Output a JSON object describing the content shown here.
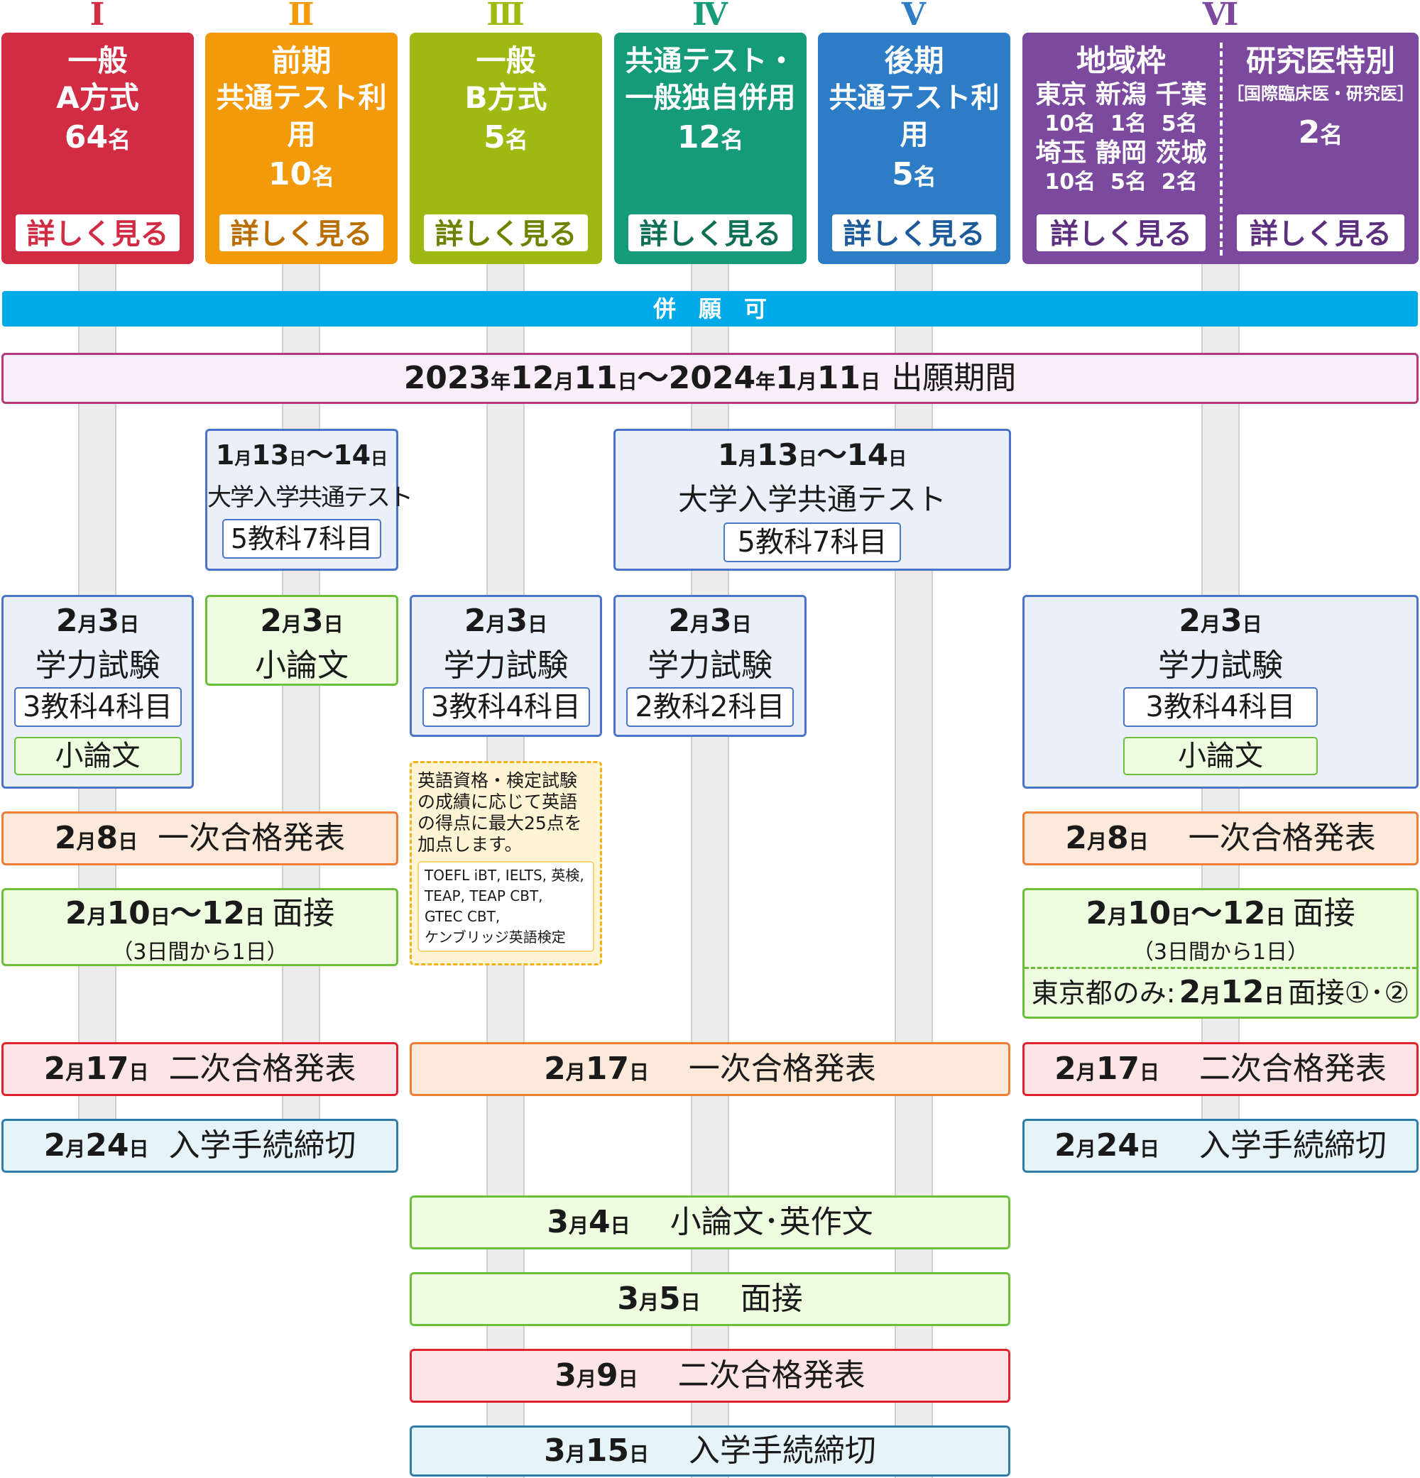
{
  "columns": [
    {
      "numeral": "Ⅰ",
      "line1": "一般",
      "line2": "A方式",
      "count": "64",
      "unit": "名",
      "button": "詳しく見る",
      "color": "#d12c43"
    },
    {
      "numeral": "Ⅱ",
      "line1": "前期",
      "line2": "共通テスト利用",
      "count": "10",
      "unit": "名",
      "button": "詳しく見る",
      "color": "#f39a0b"
    },
    {
      "numeral": "Ⅲ",
      "line1": "一般",
      "line2": "B方式",
      "count": "5",
      "unit": "名",
      "button": "詳しく見る",
      "color": "#9fb812"
    },
    {
      "numeral": "Ⅳ",
      "line1": "共通テスト・",
      "line2": "一般独自併用",
      "count": "12",
      "unit": "名",
      "button": "詳しく見る",
      "color": "#159b7a"
    },
    {
      "numeral": "Ⅴ",
      "line1": "後期",
      "line2": "共通テスト利用",
      "count": "5",
      "unit": "名",
      "button": "詳しく見る",
      "color": "#2d7cc6"
    },
    {
      "numeral": "Ⅵ",
      "color": "#7b4a9f"
    }
  ],
  "col6": {
    "regional": {
      "title": "地域枠",
      "row1": [
        {
          "name": "東京",
          "count": "10名"
        },
        {
          "name": "新潟",
          "count": "1名"
        },
        {
          "name": "千葉",
          "count": "5名"
        }
      ],
      "row2": [
        {
          "name": "埼玉",
          "count": "10名"
        },
        {
          "name": "静岡",
          "count": "5名"
        },
        {
          "name": "茨城",
          "count": "2名"
        }
      ],
      "button": "詳しく見る"
    },
    "research": {
      "title": "研究医特別",
      "sub": "［国際臨床医・研究医］",
      "count": "2",
      "unit": "名",
      "button": "詳しく見る"
    }
  },
  "concurrent_bar": "併　願　可",
  "application_period": {
    "y1": "2023",
    "m1": "12",
    "d1": "11",
    "tilde": "〜",
    "y2": "2024",
    "m2": "1",
    "d2": "11",
    "nen": "年",
    "gatsu": "月",
    "nichi": "日",
    "label": "出願期間"
  },
  "common_test_small": {
    "date_m": "1",
    "date_d1": "13",
    "date_d2": "14",
    "title": "大学入学共通テスト",
    "subjects": "5教科7科目"
  },
  "common_test_large": {
    "date_m": "1",
    "date_d1": "13",
    "date_d2": "14",
    "title": "大学入学共通テスト",
    "subjects": "5教科7科目"
  },
  "exam_col1": {
    "m": "2",
    "d": "3",
    "title": "学力試験",
    "subjects": "3教科4科目",
    "essay": "小論文"
  },
  "exam_col2": {
    "m": "2",
    "d": "3",
    "title": "小論文"
  },
  "exam_col3": {
    "m": "2",
    "d": "3",
    "title": "学力試験",
    "subjects": "3教科4科目"
  },
  "exam_col4": {
    "m": "2",
    "d": "3",
    "title": "学力試験",
    "subjects": "2教科2科目"
  },
  "exam_col6": {
    "m": "2",
    "d": "3",
    "title": "学力試験",
    "subjects": "3教科4科目",
    "essay": "小論文"
  },
  "english_note": {
    "text": "英語資格・検定試験の成績に応じて英語の得点に最大25点を加点します。",
    "tests": [
      "TOEFL iBT, IELTS, 英検,",
      "TEAP, TEAP CBT,",
      "GTEC CBT,",
      "ケンブリッジ英語検定"
    ]
  },
  "first_pass_left": {
    "m": "2",
    "d": "8",
    "label": "一次合格発表"
  },
  "first_pass_right": {
    "m": "2",
    "d": "8",
    "label": "一次合格発表"
  },
  "interview_left": {
    "m": "2",
    "d1": "10",
    "d2": "12",
    "label": "面接",
    "note": "（3日間から1日）"
  },
  "interview_right": {
    "m": "2",
    "d1": "10",
    "d2": "12",
    "label": "面接",
    "note": "（3日間から1日）",
    "tokyo_prefix": "東京都のみ:",
    "tokyo_m": "2",
    "tokyo_d": "12",
    "tokyo_label": "面接①･②"
  },
  "second_pass_left": {
    "m": "2",
    "d": "17",
    "label": "二次合格発表"
  },
  "first_pass_mid": {
    "m": "2",
    "d": "17",
    "label": "一次合格発表"
  },
  "second_pass_right": {
    "m": "2",
    "d": "17",
    "label": "二次合格発表"
  },
  "enroll_left": {
    "m": "2",
    "d": "24",
    "label": "入学手続締切"
  },
  "enroll_right": {
    "m": "2",
    "d": "24",
    "label": "入学手続締切"
  },
  "mid_schedule": [
    {
      "m": "3",
      "d": "4",
      "label": "小論文･英作文",
      "style": "green"
    },
    {
      "m": "3",
      "d": "5",
      "label": "面接",
      "style": "green"
    },
    {
      "m": "3",
      "d": "9",
      "label": "二次合格発表",
      "style": "red"
    },
    {
      "m": "3",
      "d": "15",
      "label": "入学手続締切",
      "style": "cyan"
    }
  ],
  "units": {
    "gatsu": "月",
    "nichi": "日"
  }
}
